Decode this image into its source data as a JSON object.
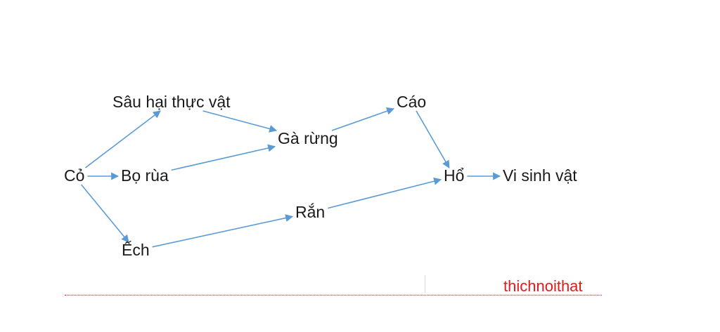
{
  "diagram": {
    "arrow_color": "#5b9bd5",
    "nodes": {
      "co": "Cỏ",
      "sau": "Sâu hại thực vật",
      "bo": "Bọ rùa",
      "ech": "Ếch",
      "ga": "Gà rừng",
      "ran": "Rắn",
      "cao": "Cáo",
      "ho": "Hổ",
      "vsv": "Vi sinh vật"
    },
    "edges": [
      {
        "from": "co",
        "to": "sau"
      },
      {
        "from": "co",
        "to": "bo"
      },
      {
        "from": "co",
        "to": "ech"
      },
      {
        "from": "sau",
        "to": "ga"
      },
      {
        "from": "bo",
        "to": "ga"
      },
      {
        "from": "ga",
        "to": "cao"
      },
      {
        "from": "cao",
        "to": "ho"
      },
      {
        "from": "ech",
        "to": "ran"
      },
      {
        "from": "ran",
        "to": "ho"
      },
      {
        "from": "ho",
        "to": "vsv"
      }
    ]
  },
  "watermark": {
    "text": "thichnoithat",
    "color": "#e01b1b"
  }
}
